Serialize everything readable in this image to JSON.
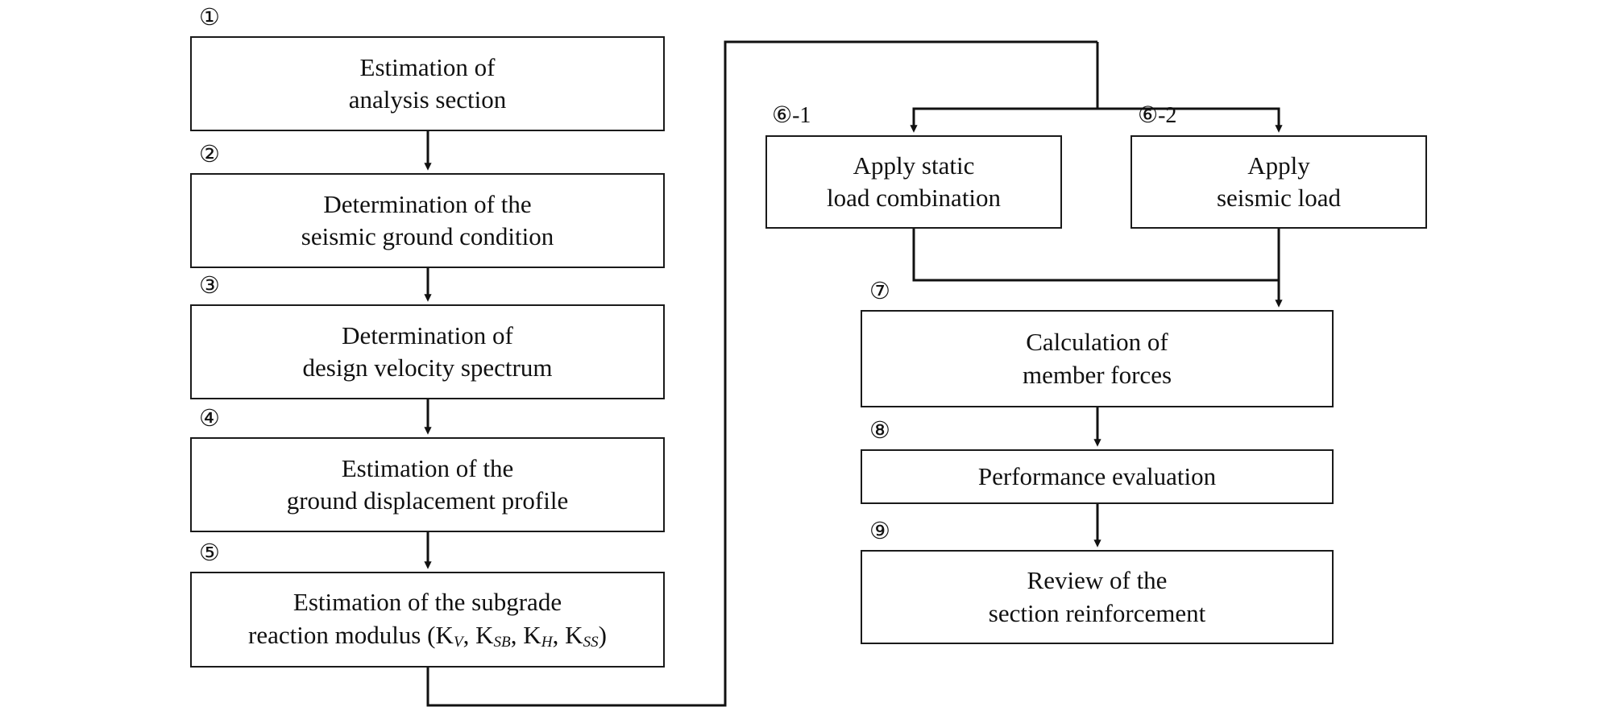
{
  "diagram": {
    "title": "Seismic design analysis procedure flowchart",
    "type": "flowchart",
    "orientation": "two-column-vertical",
    "stroke_color": "#1a1a1a",
    "background_color": "#ffffff"
  },
  "nodes": [
    {
      "id": "step1",
      "tag": "①",
      "line1": "Estimation of",
      "line2": "analysis section"
    },
    {
      "id": "step2",
      "tag": "②",
      "line1": "Determination of the",
      "line2": "seismic ground condition"
    },
    {
      "id": "step3",
      "tag": "③",
      "line1": "Determination of",
      "line2": "design velocity spectrum"
    },
    {
      "id": "step4",
      "tag": "④",
      "line1": "Estimation of the",
      "line2": "ground displacement profile"
    },
    {
      "id": "step5",
      "tag": "⑤",
      "line1": "Estimation of the subgrade",
      "line2_prefix": "reaction modulus (K",
      "sub1": "V",
      "sep1": ", K",
      "sub2": "SB",
      "sep2": ", K",
      "sub3": "H",
      "sep3": ", K",
      "sub4": "SS",
      "line2_suffix": ")"
    },
    {
      "id": "step6_1",
      "tag": "⑥-1",
      "line1": "Apply static",
      "line2": "load combination"
    },
    {
      "id": "step6_2",
      "tag": "⑥-2",
      "line1": "Apply",
      "line2": "seismic load"
    },
    {
      "id": "step7",
      "tag": "⑦",
      "line1": "Calculation of",
      "line2": "member forces"
    },
    {
      "id": "step8",
      "tag": "⑧",
      "line1": "Performance evaluation",
      "line2": ""
    },
    {
      "id": "step9",
      "tag": "⑨",
      "line1": "Review of the",
      "line2": "section reinforcement"
    }
  ],
  "edges": [
    {
      "from": "step1",
      "to": "step2",
      "style": "arrow-down"
    },
    {
      "from": "step2",
      "to": "step3",
      "style": "arrow-down"
    },
    {
      "from": "step3",
      "to": "step4",
      "style": "arrow-down"
    },
    {
      "from": "step4",
      "to": "step5",
      "style": "arrow-down"
    },
    {
      "from": "step5",
      "to": "branch",
      "style": "elbow-wrap-right"
    },
    {
      "from": "branch",
      "to": "step6_1",
      "style": "arrow-down"
    },
    {
      "from": "branch",
      "to": "step6_2",
      "style": "arrow-down"
    },
    {
      "from": "step6_1",
      "to": "step7",
      "style": "merge-elbow"
    },
    {
      "from": "step6_2",
      "to": "step7",
      "style": "merge-elbow-arrow-down"
    },
    {
      "from": "step7",
      "to": "step8",
      "style": "arrow-down"
    },
    {
      "from": "step8",
      "to": "step9",
      "style": "arrow-down"
    }
  ]
}
